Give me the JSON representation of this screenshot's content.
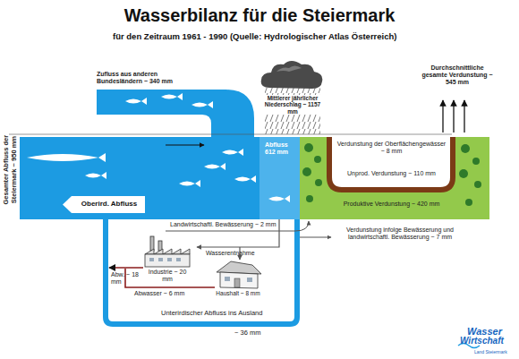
{
  "diagram": {
    "title": "Wasserbilanz für die Steiermark",
    "nodes": [
      {
        "text": [
          "Mittlerer jährlicher Niederschlag ~ 1157 mm"
        ]
      },
      {
        "text": [
          "Oberird. Abfluss"
        ]
      },
      {
        "text": [
          "Industrie ~ 20 mm"
        ]
      },
      {
        "text": [
          "Haushalt ~ 8 mm"
        ]
      }
    ],
    "labels": [
      "für den Zeitraum 1961 - 1990 (Quelle: Hydrologischer Atlas Österreich)",
      "Zufluss aus anderen Bundesländern ~ 340 mm",
      "Durchschnittliche gesamte Verdunstung ~ 545 mm",
      "Gesamter Abfluss der Steiermark ~ 950 mm",
      "Abfluss 612 mm",
      "Verdunstung der Oberflächengewässer ~ 8 mm",
      "Unprod. Verdunstung ~ 110 mm",
      "Produktive Verdunstung ~ 420 mm",
      "Landwirtschaftl. Bewässerung ~ 2 mm",
      "Verdunstung infolge Bewässerung und landwirtschaftl. Bewässerung ~ 7 mm",
      "Wasserentnahme",
      "Abw. ~ 18 mm",
      "Abwasser ~ 6 mm",
      "Unterirdischer Abfluss ins Ausland",
      "~ 36 mm",
      "Wasser",
      "Wirtschaft",
      "Land Steiermark"
    ]
  }
}
